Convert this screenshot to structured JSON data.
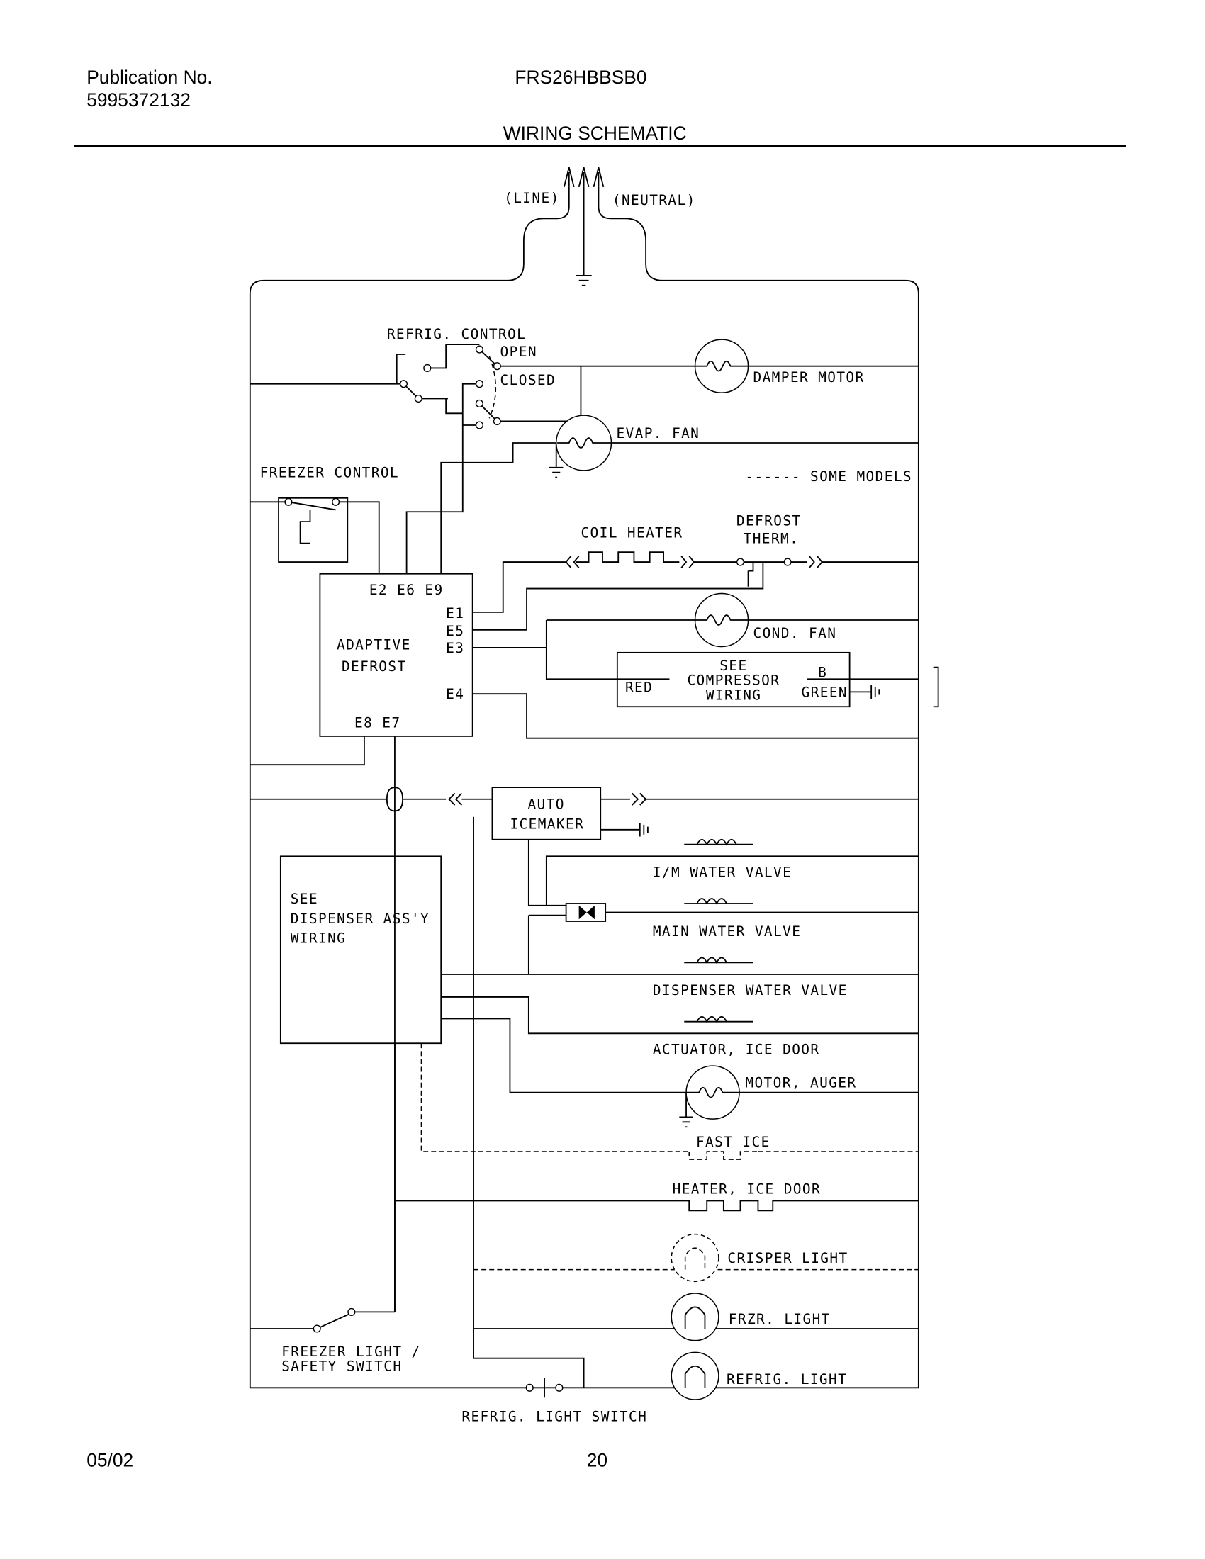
{
  "header": {
    "publication_label": "Publication No.",
    "publication_number": "5995372132",
    "model": "FRS26HBBSB0",
    "title": "WIRING SCHEMATIC"
  },
  "footer": {
    "date": "05/02",
    "page": "20"
  },
  "diagram": {
    "line": "(LINE)",
    "neutral": "(NEUTRAL)",
    "refrig_control": "REFRIG. CONTROL",
    "open": "OPEN",
    "closed": "CLOSED",
    "damper_motor": "DAMPER MOTOR",
    "evap_fan": "EVAP. FAN",
    "freezer_control": "FREEZER CONTROL",
    "some_models": "------ SOME MODELS",
    "coil_heater": "COIL HEATER",
    "defrost_therm_1": "DEFROST",
    "defrost_therm_2": "THERM.",
    "terminals_top": "E2  E6  E9",
    "e1": "E1",
    "e5": "E5",
    "e3": "E3",
    "e4": "E4",
    "terminals_bottom": "E8  E7",
    "adaptive": "ADAPTIVE",
    "defrost": "DEFROST",
    "cond_fan": "COND. FAN",
    "compressor_1": "SEE",
    "compressor_2": "COMPRESSOR",
    "compressor_3": "WIRING",
    "red": "RED",
    "b": "B",
    "green": "GREEN",
    "icemaker_1": "AUTO",
    "icemaker_2": "ICEMAKER",
    "im_water_valve": "I/M WATER VALVE",
    "main_water_valve": "MAIN WATER VALVE",
    "dispenser_1": "SEE",
    "dispenser_2": "DISPENSER ASS'Y",
    "dispenser_3": "WIRING",
    "dispenser_water_valve": "DISPENSER WATER VALVE",
    "actuator_ice_door": "ACTUATOR, ICE DOOR",
    "motor_auger": "MOTOR, AUGER",
    "fast_ice": "FAST ICE",
    "heater_ice_door": "HEATER, ICE DOOR",
    "crisper_light": "CRISPER LIGHT",
    "frzr_light": "FRZR. LIGHT",
    "freezer_switch_1": "FREEZER LIGHT /",
    "freezer_switch_2": "SAFETY SWITCH",
    "refrig_light": "REFRIG. LIGHT",
    "refrig_light_switch": "REFRIG. LIGHT SWITCH"
  }
}
